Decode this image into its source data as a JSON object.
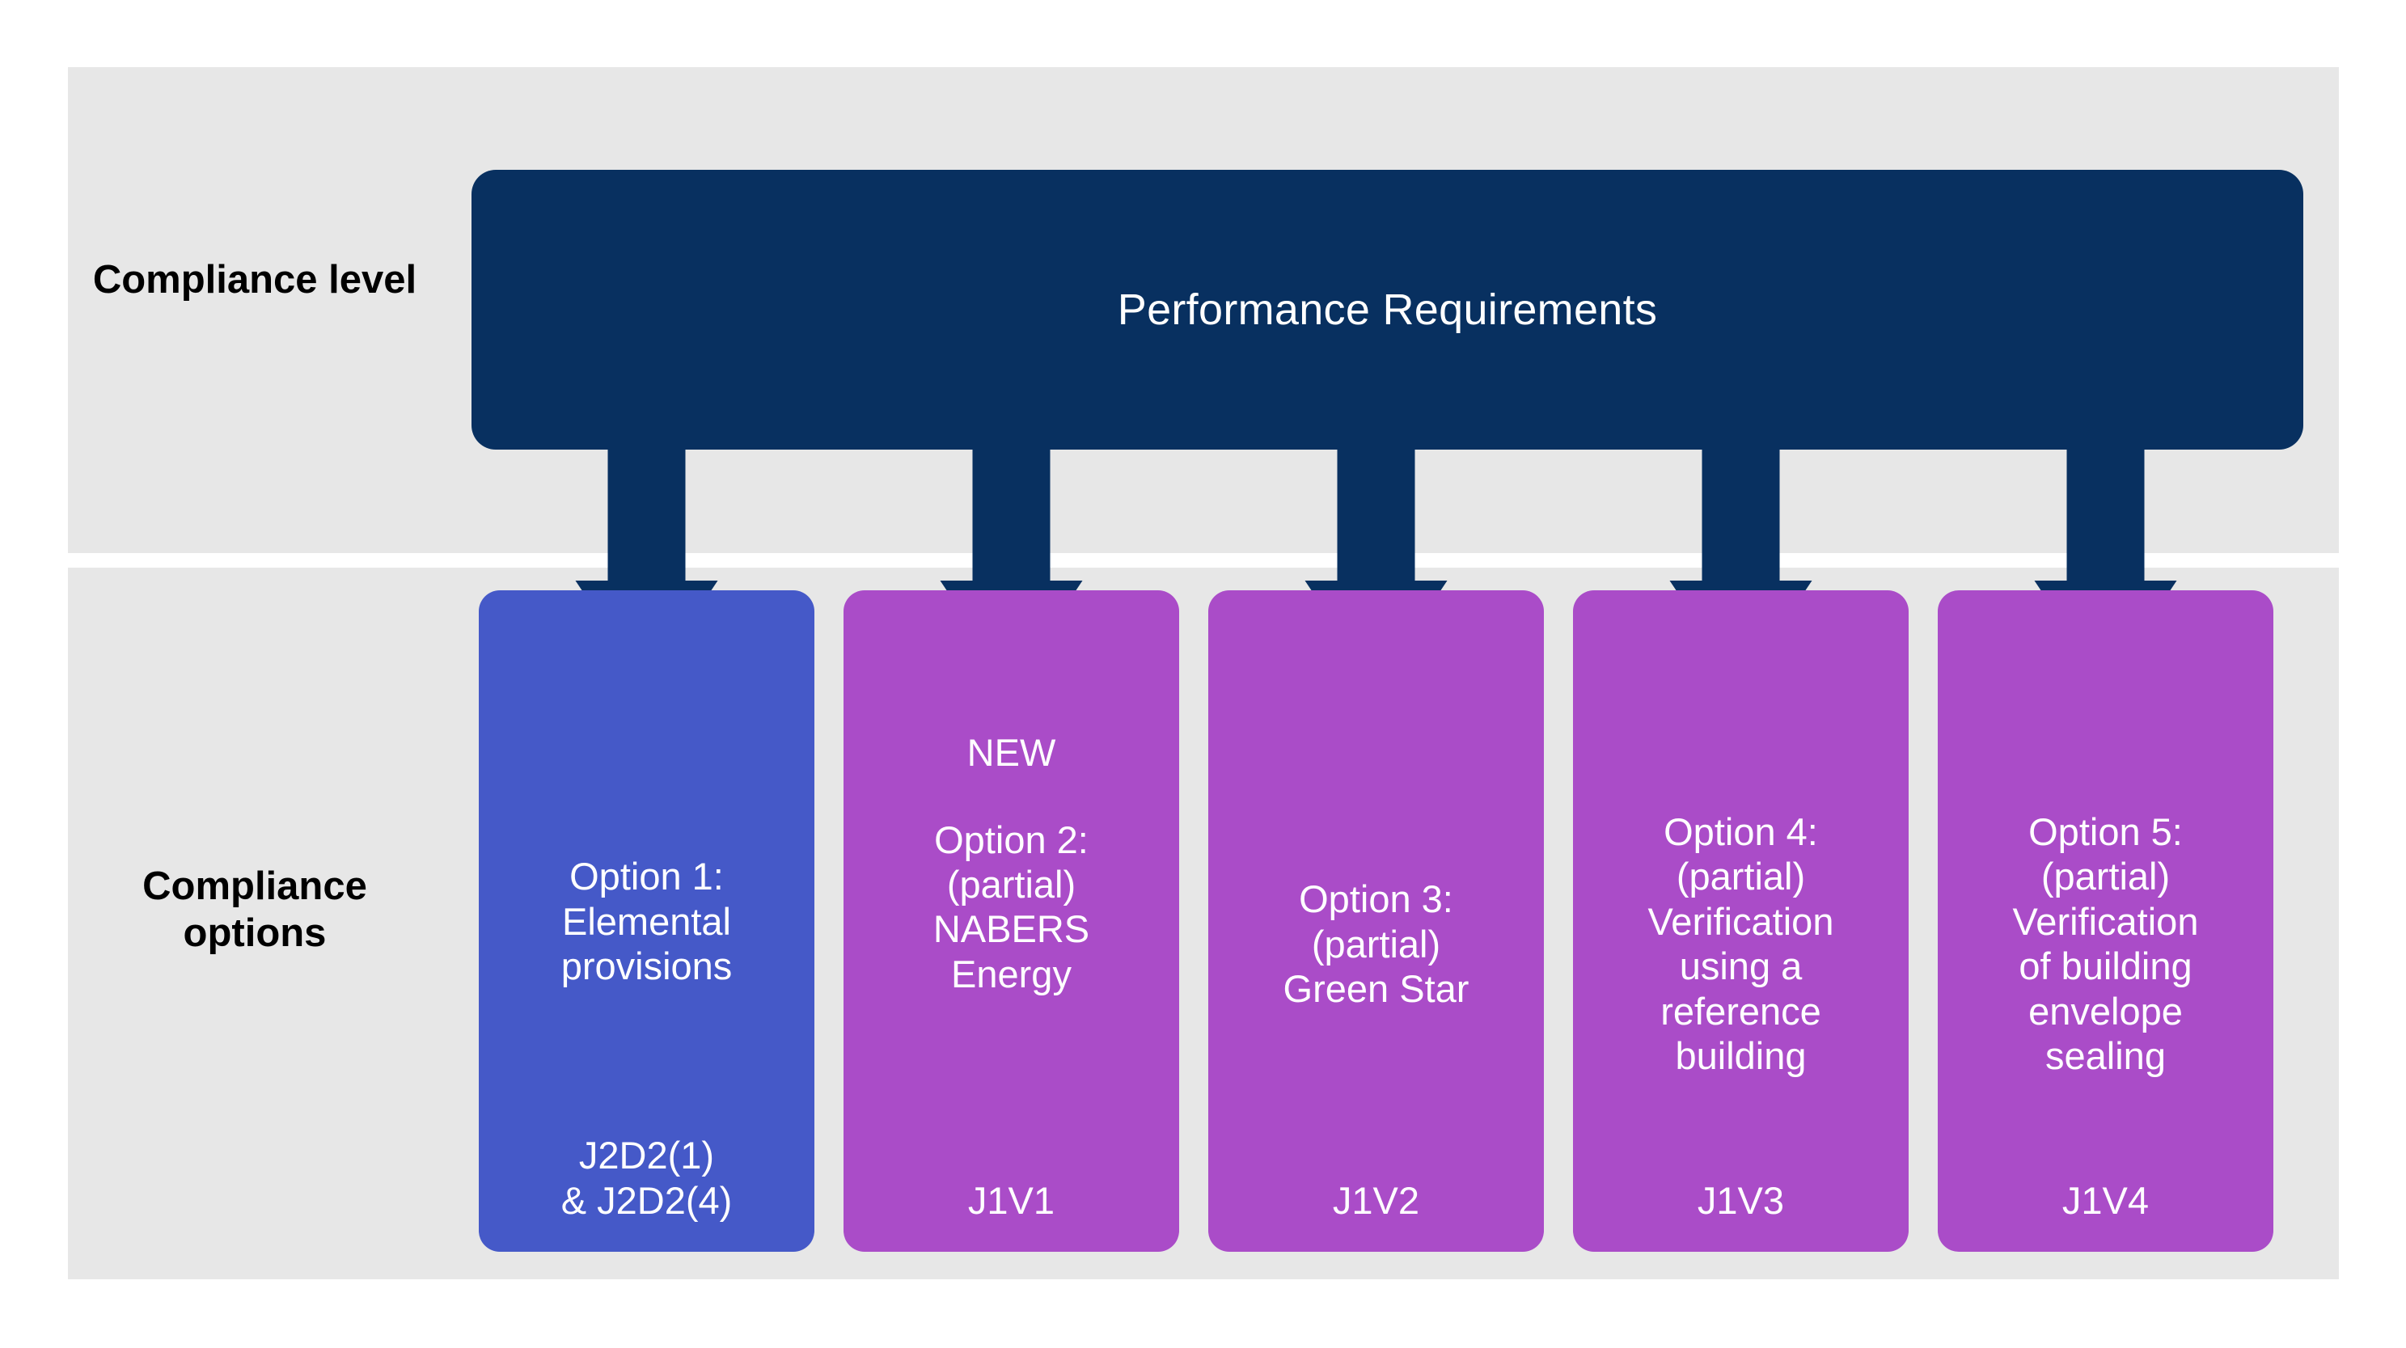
{
  "rows": {
    "level": {
      "label": "Compliance\nlevel"
    },
    "options": {
      "label": "Compliance\noptions"
    }
  },
  "banner": {
    "title": "Performance Requirements",
    "color": "#083060"
  },
  "colors": {
    "panel_background": "#e7e7e7",
    "page_background": "#ffffff",
    "banner_navy": "#083060",
    "arrow_navy": "#083060",
    "card_blue": "#4559c8",
    "card_purple": "#aa4cc8",
    "card_text": "#ffffff",
    "label_text": "#000000"
  },
  "cards": [
    {
      "id": "card-1",
      "badge": "",
      "title": "Option 1:\nElemental\nprovisions",
      "code": "J2D2(1)\n& J2D2(4)",
      "color": "#4559c8"
    },
    {
      "id": "card-2",
      "badge": "NEW",
      "title": "Option 2:\n(partial)\nNABERS\nEnergy",
      "code": "J1V1",
      "color": "#aa4cc8"
    },
    {
      "id": "card-3",
      "badge": "",
      "title": "Option 3:\n(partial)\nGreen Star",
      "code": "J1V2",
      "color": "#aa4cc8"
    },
    {
      "id": "card-4",
      "badge": "",
      "title": "Option 4:\n(partial)\nVerification\nusing a\nreference\nbuilding",
      "code": "J1V3",
      "color": "#aa4cc8"
    },
    {
      "id": "card-5",
      "badge": "",
      "title": "Option 5:\n(partial)\nVerification\nof building\nenvelope\nsealing",
      "code": "J1V4",
      "color": "#aa4cc8"
    }
  ]
}
